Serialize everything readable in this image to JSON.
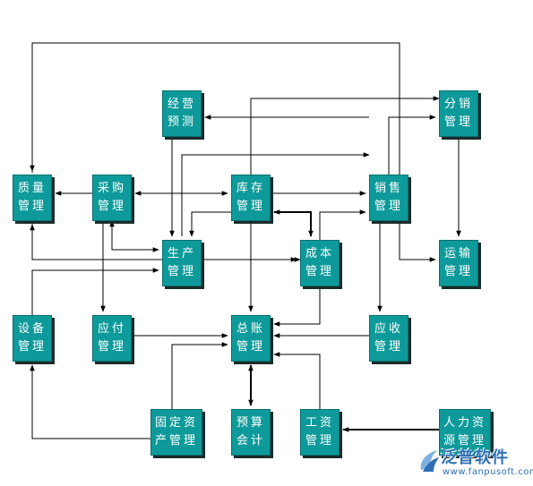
{
  "nodes": {
    "zhiliang": [
      "质量",
      "管理"
    ],
    "caigou": [
      "采购",
      "管理"
    ],
    "jingying": [
      "经营",
      "预测"
    ],
    "shengchan": [
      "生产",
      "管理"
    ],
    "kucun": [
      "库存",
      "管理"
    ],
    "xiaoshou": [
      "销售",
      "管理"
    ],
    "fenxiao": [
      "分销",
      "管理"
    ],
    "chengben": [
      "成本",
      "管理"
    ],
    "yunshu": [
      "运输",
      "管理"
    ],
    "shebei": [
      "设备",
      "管理"
    ],
    "yingfu": [
      "应付",
      "管理"
    ],
    "zongzhang": [
      "总账",
      "管理"
    ],
    "yingshou": [
      "应收",
      "管理"
    ],
    "guding": [
      "固定资",
      "产管理"
    ],
    "yusuan": [
      "预算",
      "会计"
    ],
    "gongzi": [
      "工资",
      "管理"
    ],
    "renli": [
      "人力资",
      "源管理"
    ]
  },
  "logo": {
    "brand": "泛普软件",
    "url": "www.fanpusoft.com"
  },
  "colors": {
    "node_fill": "#0e9a9a",
    "node_border": "#0a6f6f",
    "shadow": "#1b2b2b",
    "line": "#000000",
    "brand": "#2d6fb3"
  }
}
